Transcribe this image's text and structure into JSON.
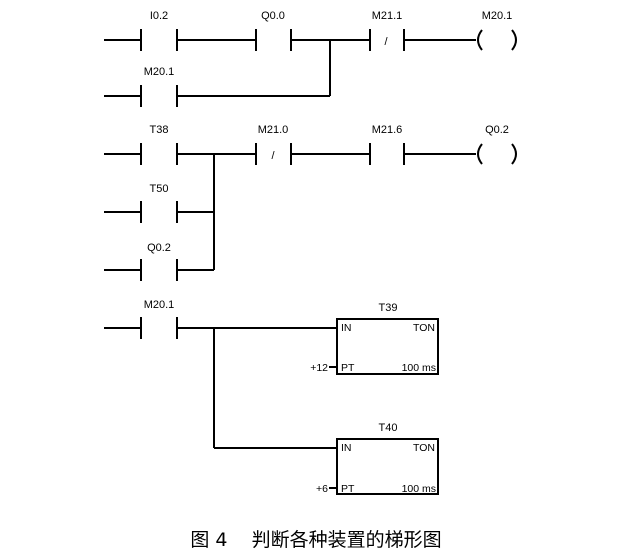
{
  "network1": {
    "contact_i02": "I0.2",
    "contact_q00": "Q0.0",
    "contact_m211": "M21.1",
    "contact_m201": "M20.1",
    "coil": "M20.1",
    "nc_mark": "/"
  },
  "network2": {
    "contact_t38": "T38",
    "contact_m210": "M21.0",
    "contact_m216": "M21.6",
    "contact_t50": "T50",
    "contact_q02": "Q0.2",
    "coil": "Q0.2",
    "nc_mark": "/"
  },
  "network3": {
    "contact_m201": "M20.1",
    "timer1": {
      "name": "T39",
      "type": "TON",
      "in": "IN",
      "pt": "PT",
      "preset": "+12",
      "base": "100 ms"
    },
    "timer2": {
      "name": "T40",
      "type": "TON",
      "in": "IN",
      "pt": "PT",
      "preset": "+6",
      "base": "100 ms"
    }
  },
  "caption": "图 4    判断各种装置的梯形图"
}
